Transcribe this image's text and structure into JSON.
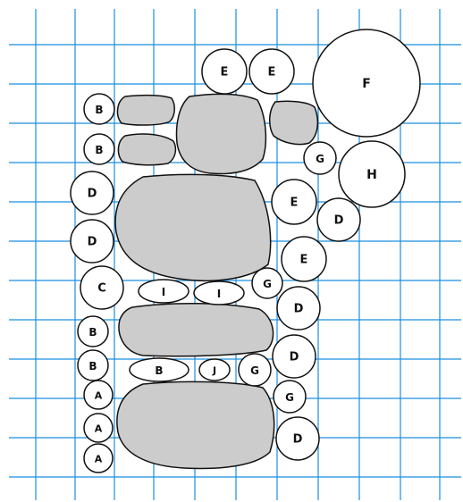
{
  "markers": [
    {
      "id": "e1",
      "label": "E"
    },
    {
      "id": "e2",
      "label": "E"
    },
    {
      "id": "f",
      "label": "F"
    },
    {
      "id": "b1",
      "label": "B"
    },
    {
      "id": "b2",
      "label": "B"
    },
    {
      "id": "g1",
      "label": "G"
    },
    {
      "id": "h",
      "label": "H"
    },
    {
      "id": "d1",
      "label": "D"
    },
    {
      "id": "e3",
      "label": "E"
    },
    {
      "id": "d2",
      "label": "D"
    },
    {
      "id": "d3",
      "label": "D"
    },
    {
      "id": "e4",
      "label": "E"
    },
    {
      "id": "g2",
      "label": "G"
    },
    {
      "id": "c",
      "label": "C"
    },
    {
      "id": "i1",
      "label": "I"
    },
    {
      "id": "i2",
      "label": "I"
    },
    {
      "id": "d4",
      "label": "D"
    },
    {
      "id": "b3",
      "label": "B"
    },
    {
      "id": "b4",
      "label": "B"
    },
    {
      "id": "b5",
      "label": "B"
    },
    {
      "id": "j",
      "label": "J"
    },
    {
      "id": "g3",
      "label": "G"
    },
    {
      "id": "d5",
      "label": "D"
    },
    {
      "id": "a1",
      "label": "A"
    },
    {
      "id": "g4",
      "label": "G"
    },
    {
      "id": "a2",
      "label": "A"
    },
    {
      "id": "d6",
      "label": "D"
    },
    {
      "id": "a3",
      "label": "A"
    }
  ]
}
